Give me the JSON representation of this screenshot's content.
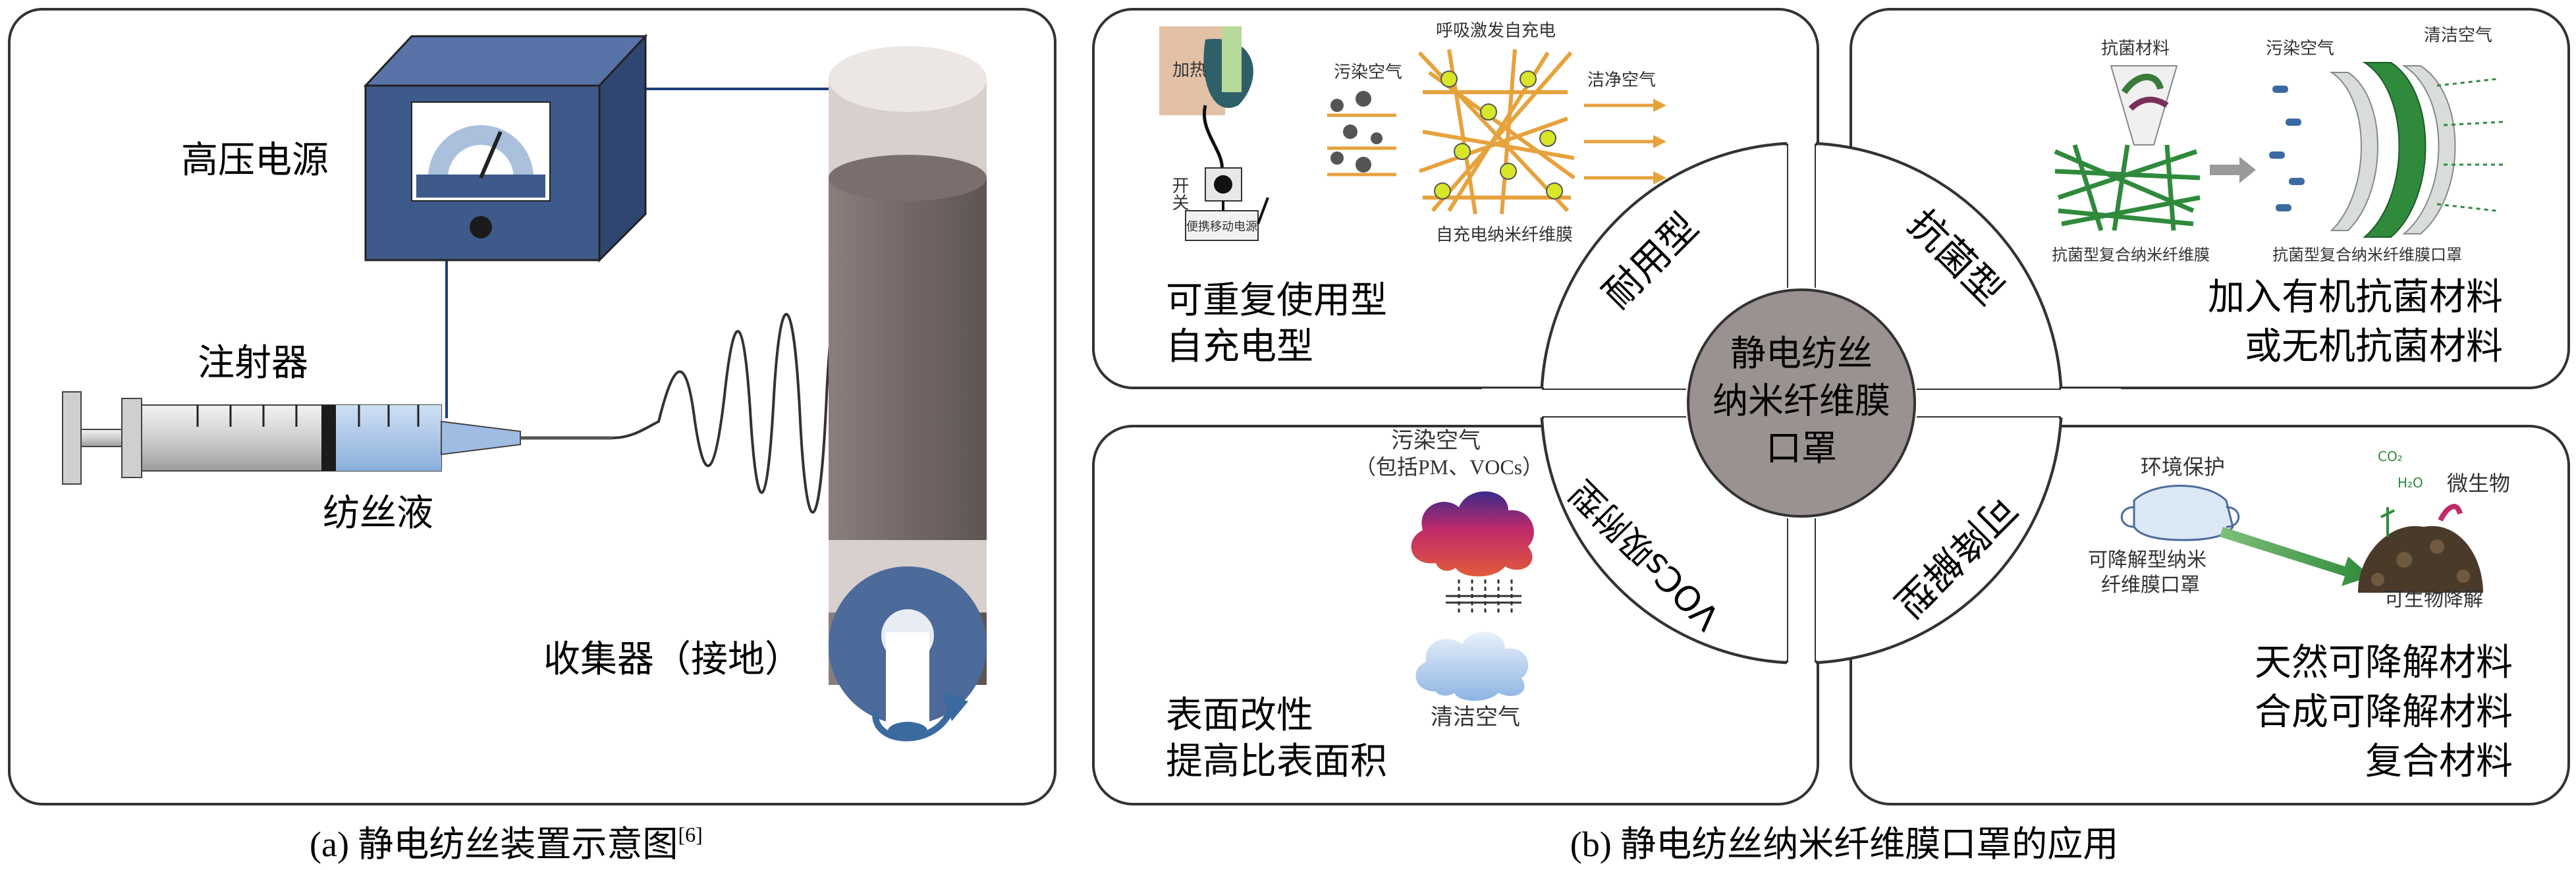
{
  "panel_a": {
    "caption_prefix": "(a) 静电纺丝装置示意图",
    "caption_ref": "[6]",
    "labels": {
      "power": "高压电源",
      "syringe": "注射器",
      "solution": "纺丝液",
      "collector": "收集器（接地）"
    }
  },
  "panel_b": {
    "caption": "(b) 静电纺丝纳米纤维膜口罩的应用",
    "center": [
      "静电纺丝",
      "纳米纤维膜",
      "口罩"
    ],
    "ring": {
      "top_left": "耐用型",
      "top_right": "抗菌型",
      "bottom_left": "VOCs吸附型",
      "bottom_right": "可降解型"
    },
    "quadrants": {
      "top_left": {
        "labels": [
          "可重复使用型",
          "自充电型"
        ],
        "figure": {
          "heat": "加热",
          "switch": "开关",
          "device": "便携移动电源",
          "polluted": "污染空气",
          "clean": "洁净空气",
          "triggered": "呼吸激发自充电",
          "membrane": "自充电纳米纤维膜"
        }
      },
      "top_right": {
        "labels": [
          "加入有机抗菌材料",
          "或无机抗菌材料"
        ],
        "figure": {
          "material": "抗菌材料",
          "polluted": "污染空气",
          "clean": "清洁空气",
          "composite": "抗菌型复合纳米纤维膜",
          "mask": "抗菌型复合纳米纤维膜口罩"
        }
      },
      "bottom_left": {
        "labels": [
          "表面改性",
          "提高比表面积"
        ],
        "figure": {
          "polluted": "污染空气",
          "pm": "（包括PM、VOCs）",
          "clean": "清洁空气"
        }
      },
      "bottom_right": {
        "labels": [
          "天然可降解材料",
          "合成可降解材料",
          "复合材料"
        ],
        "figure": {
          "env": "环境保护",
          "microbe": "微生物",
          "co2": "CO₂",
          "h2o": "H₂O",
          "mask1": "可降解型纳米",
          "mask2": "纤维膜口罩",
          "bio": "可生物降解"
        }
      }
    }
  },
  "colors": {
    "frame": "#333333",
    "box_front": "#3d5a8a",
    "box_side": "#2f4670",
    "drum": "#7a6f6c",
    "drum_end": "#d8d0cd",
    "disk": "#4c6a9a",
    "center": "#9a9290",
    "fiber": "#e6a23c",
    "green": "#2f8a3c",
    "cloud_top": "#7a2f8c",
    "cloud_bottom": "#a9c8ea"
  }
}
